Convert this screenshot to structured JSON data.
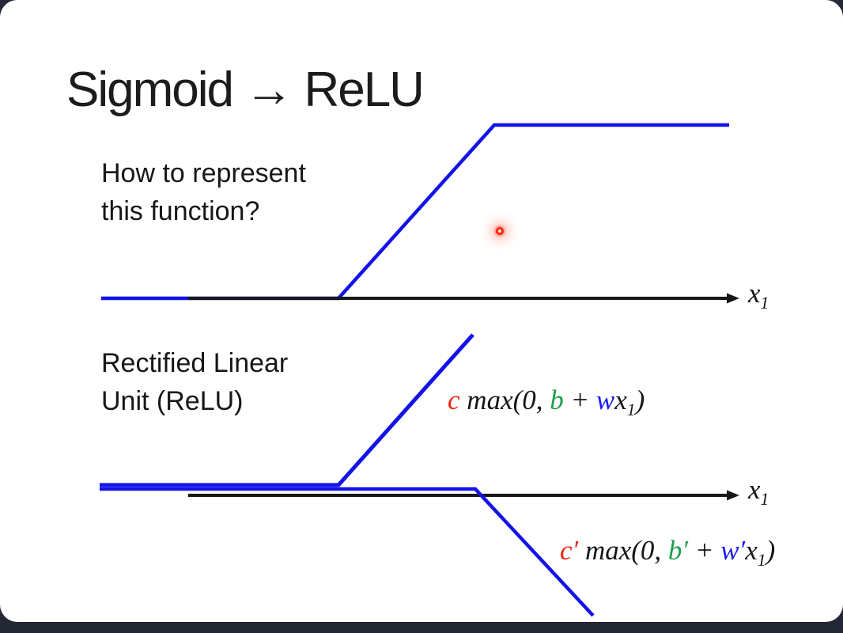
{
  "colors": {
    "frame_background": "#242834",
    "slide_background": "#ffffff",
    "line_blue": "#1313e8",
    "line_black": "#161616",
    "formula_red": "#ee2412",
    "formula_green": "#1f9e4c",
    "formula_blue": "#1c1cee",
    "laser_red": "#fb2a12"
  },
  "title": "Sigmoid → ReLU",
  "texts": {
    "question_line1": "How to represent",
    "question_line2": "this function?",
    "relu_line1": "Rectified Linear",
    "relu_line2": "Unit (ReLU)"
  },
  "formulas": {
    "up": {
      "c": "c",
      "max": " max(0, ",
      "b": "b",
      "plus": " + ",
      "w": "w",
      "x": "x",
      "sub": "1",
      "close": ")"
    },
    "down": {
      "c": "c′",
      "max": " max(0, ",
      "b": "b′",
      "plus": " + ",
      "w": "w′",
      "x": "x",
      "sub": "1",
      "close": ")"
    }
  },
  "figures": {
    "plot1": {
      "description": "hard-sigmoid: flat at zero, linear ramp, flat plateau",
      "function_curve": {
        "points": [
          [
            128,
            377
          ],
          [
            428,
            377
          ],
          [
            625,
            158
          ],
          [
            922,
            158
          ]
        ]
      },
      "axis": {
        "from": [
          238,
          377
        ],
        "to": [
          920,
          377
        ],
        "tip": [
          935,
          377
        ]
      },
      "axis_label": {
        "base": "x",
        "sub": "1"
      }
    },
    "plot2": {
      "description": "two ReLU pieces: upward ReLU and downward (negative-slope) ReLU",
      "relu_up": {
        "points": [
          [
            126,
            613
          ],
          [
            428,
            613
          ],
          [
            598,
            423
          ]
        ]
      },
      "relu_down": {
        "points": [
          [
            126,
            618
          ],
          [
            601,
            618
          ],
          [
            750,
            778
          ]
        ]
      },
      "axis": {
        "from": [
          238,
          626
        ],
        "to": [
          920,
          626
        ],
        "tip": [
          935,
          626
        ]
      },
      "axis_label": {
        "base": "x",
        "sub": "1"
      }
    }
  }
}
